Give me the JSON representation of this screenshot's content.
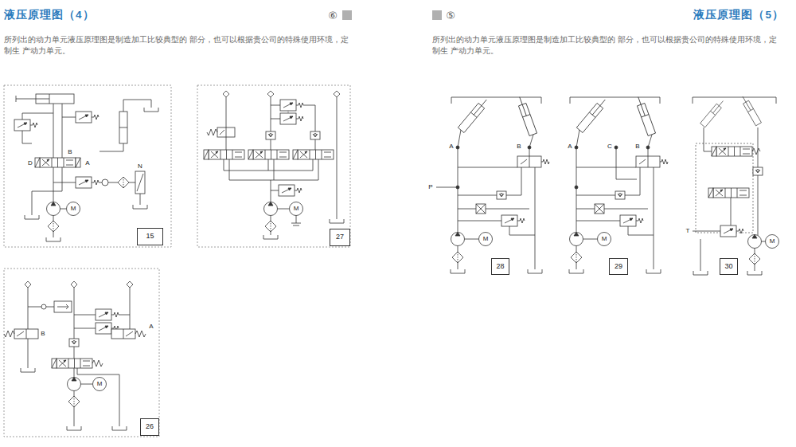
{
  "diagram": {
    "title": "液压原理图（4）",
    "nodes": [
      {
        "text": [
          "15"
        ]
      },
      {
        "text": [
          "27"
        ]
      },
      {
        "text": [
          "26"
        ]
      },
      {
        "text": [
          "28"
        ]
      },
      {
        "text": [
          "29"
        ]
      },
      {
        "text": [
          "30"
        ]
      }
    ],
    "labels": [
      "⑥",
      "所列出的动力单元液压原理图是制造加工比较典型的 部分，也可以根据贵公司的特殊使用环境，定制生 产动力单元。",
      "D",
      "B",
      "A",
      "N",
      "M",
      "M",
      "B",
      "A",
      "M",
      "⑤",
      "液压原理图（5）",
      "所列出的动力单元液压原理图是制造加工比较典型的 部分，也可以根据贵公司的特殊使用环境，定制生 产动力单元。",
      "A",
      "B",
      "P",
      "M",
      "A",
      "C",
      "B",
      "M",
      "T",
      "M"
    ]
  }
}
